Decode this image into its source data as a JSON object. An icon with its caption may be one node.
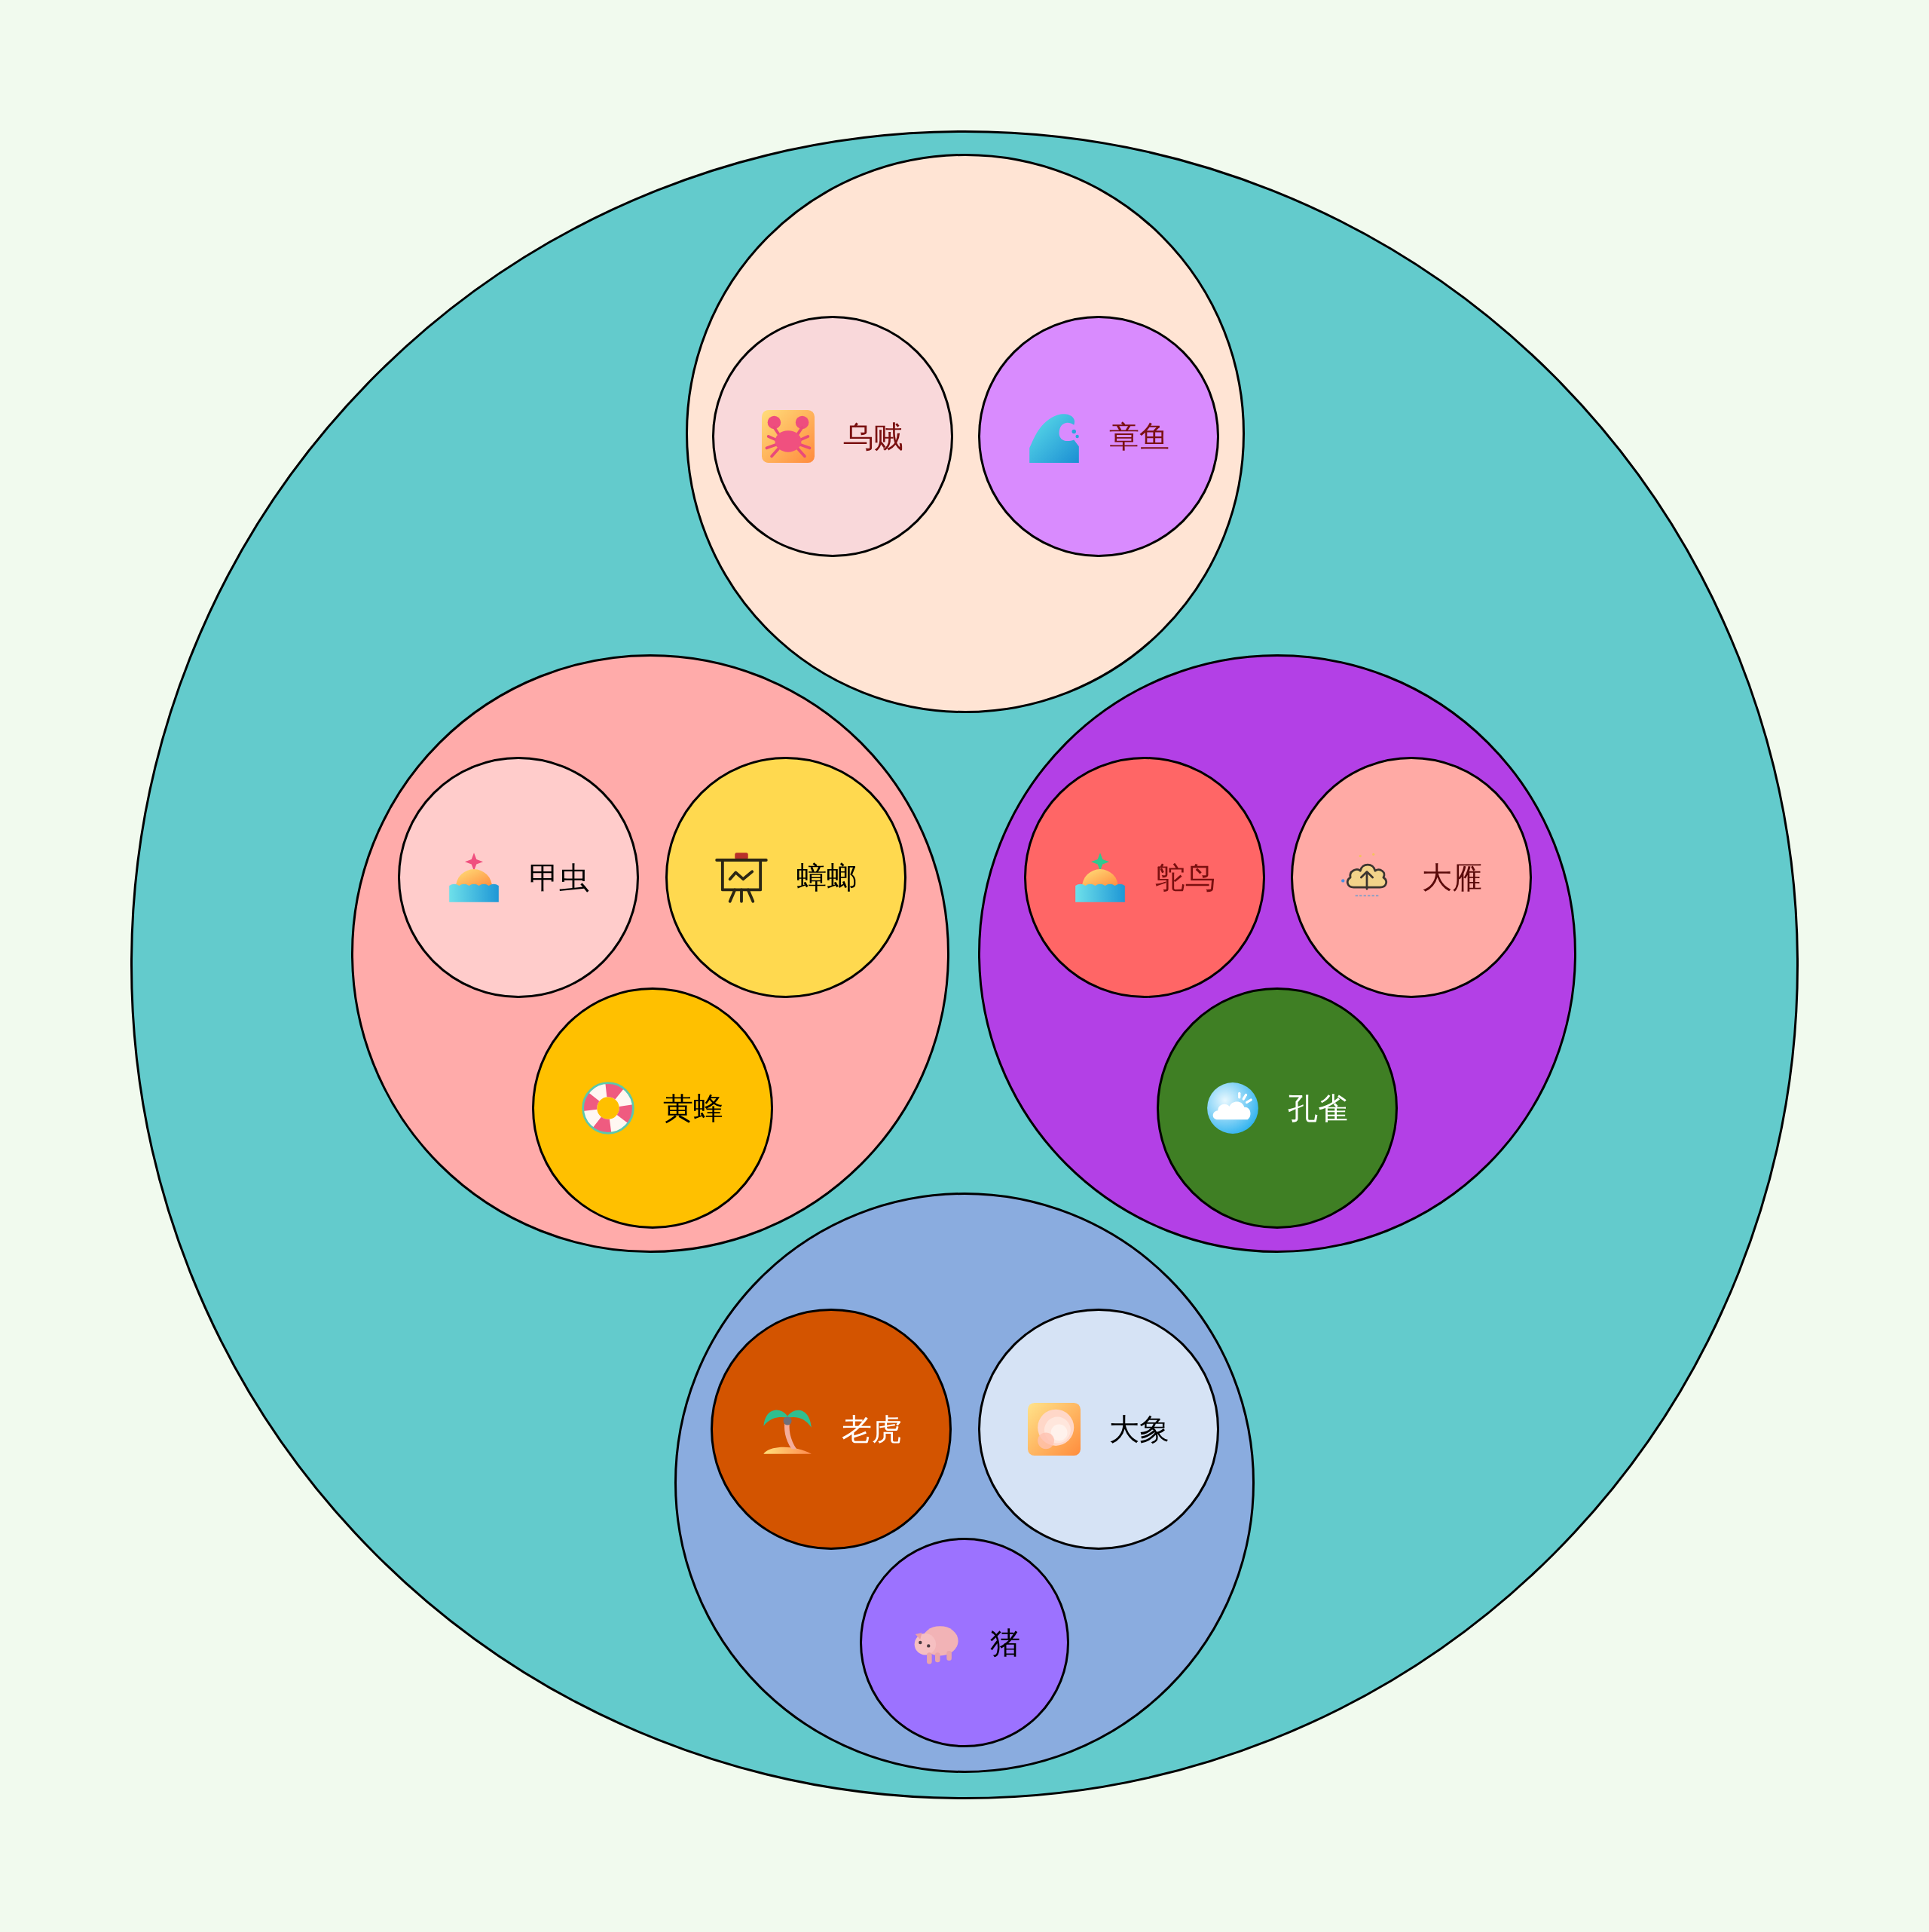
{
  "diagram": {
    "nodes": [
      {
        "text": [],
        "shape": "circle"
      },
      {
        "text": [],
        "shape": "circle",
        "in": 0
      },
      {
        "text": [
          "乌贼"
        ],
        "in": 1
      },
      {
        "text": [
          "章鱼"
        ],
        "in": 1
      },
      {
        "text": [],
        "shape": "circle",
        "in": 0
      },
      {
        "text": [
          "甲虫"
        ],
        "in": 4
      },
      {
        "text": [
          "蟑螂"
        ],
        "in": 4
      },
      {
        "text": [
          "黄蜂"
        ],
        "in": 4
      },
      {
        "text": [],
        "shape": "circle",
        "in": 0
      },
      {
        "text": [
          "鸵鸟"
        ],
        "in": 8
      },
      {
        "text": [
          "大雁"
        ],
        "in": 8
      },
      {
        "text": [
          "孔雀"
        ],
        "in": 8
      },
      {
        "text": [],
        "shape": "circle",
        "in": 0
      },
      {
        "text": [
          "老虎"
        ],
        "in": 12
      },
      {
        "text": [
          "大象"
        ],
        "in": 12
      },
      {
        "text": [
          "猪"
        ],
        "in": 12
      }
    ]
  }
}
